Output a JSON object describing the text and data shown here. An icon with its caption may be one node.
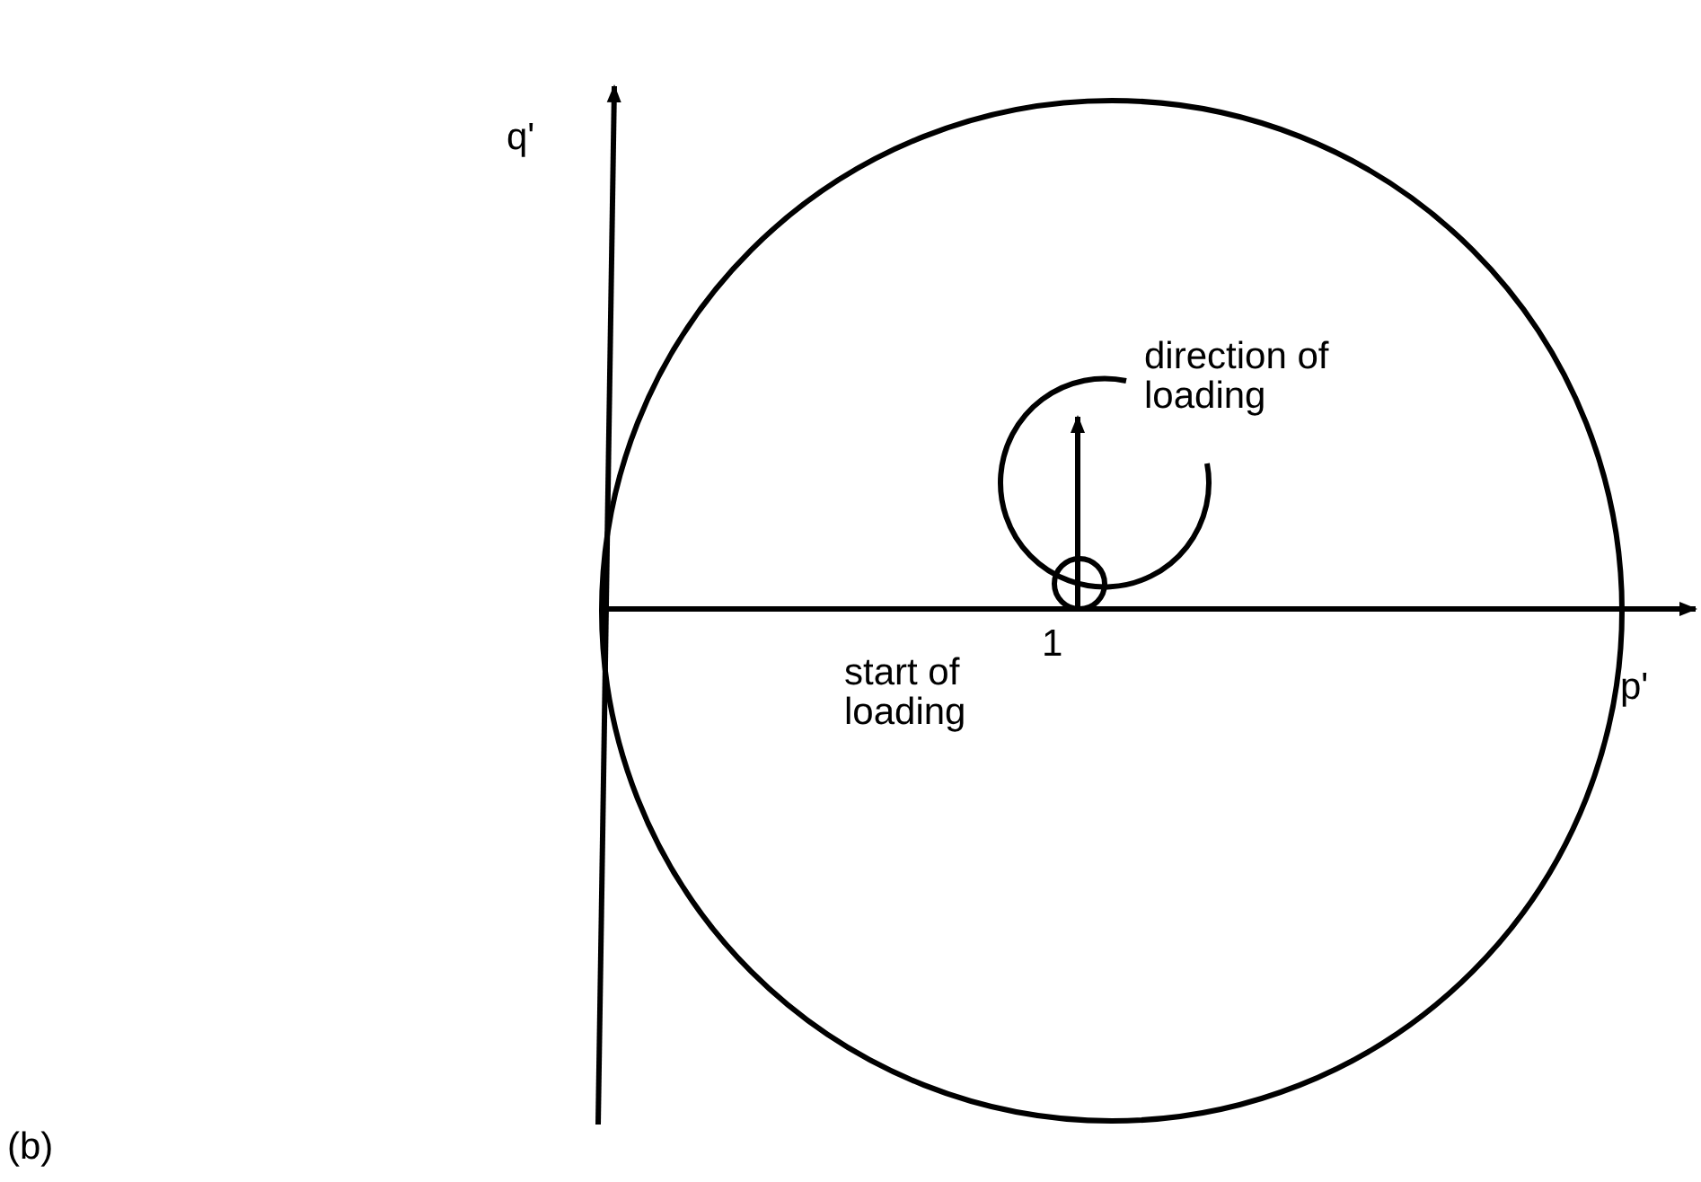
{
  "diagram": {
    "labels": [
      "q'",
      "direction of loading",
      "1",
      "start of loading",
      "p'",
      "(b)"
    ]
  }
}
